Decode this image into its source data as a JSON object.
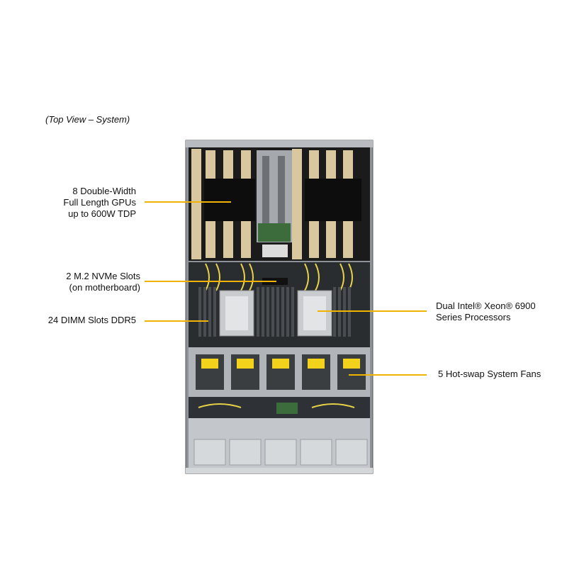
{
  "caption": "(Top View – System)",
  "callouts": {
    "gpus": [
      "8 Double-Width",
      "Full Length GPUs",
      "up to 600W TDP"
    ],
    "nvme": [
      "2 M.2 NVMe Slots",
      "(on motherboard)"
    ],
    "dimm": [
      "24 DIMM Slots DDR5"
    ],
    "cpu": [
      "Dual Intel® Xeon® 6900",
      "Series Processors"
    ],
    "fans": [
      "5 Hot-swap System Fans"
    ]
  },
  "colors": {
    "leader": "#f0b400",
    "chassis_metal": "#9ea3a8",
    "gpu_card": "#d9c7a0",
    "fan_yellow": "#f2d21b"
  }
}
